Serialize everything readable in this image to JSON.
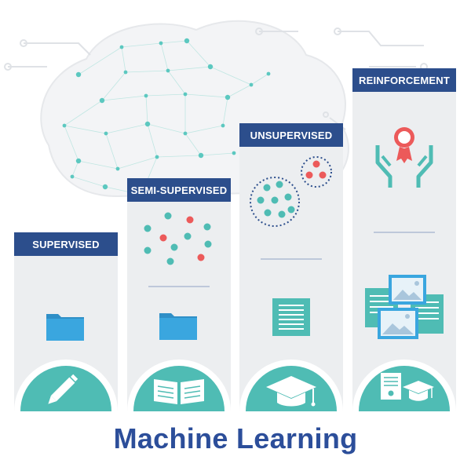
{
  "title": "Machine Learning",
  "colors": {
    "header": "#2c4e8c",
    "column_bg": "#eceef0",
    "teal": "#4fbcb4",
    "red": "#ec5a5a",
    "folder_blue": "#3aa6df",
    "title": "#2c4e9a",
    "brain_dot": "#5cc8c0"
  },
  "columns": [
    {
      "label": "SUPERVISED",
      "main_icon": "folder-icon",
      "bottom_icon": "pencil-icon"
    },
    {
      "label": "SEMI-SUPERVISED",
      "scatter_icon": "data-points-icon",
      "main_icon": "folder-icon",
      "bottom_icon": "open-book-icon"
    },
    {
      "label": "UNSUPERVISED",
      "scatter_icon": "clusters-icon",
      "main_icon": "document-icon",
      "bottom_icon": "graduation-cap-icon"
    },
    {
      "label": "REINFORCEMENT",
      "top_icon": "hands-award-icon",
      "main_icon": "image-documents-icon",
      "bottom_icon": "diploma-cap-icon"
    }
  ]
}
